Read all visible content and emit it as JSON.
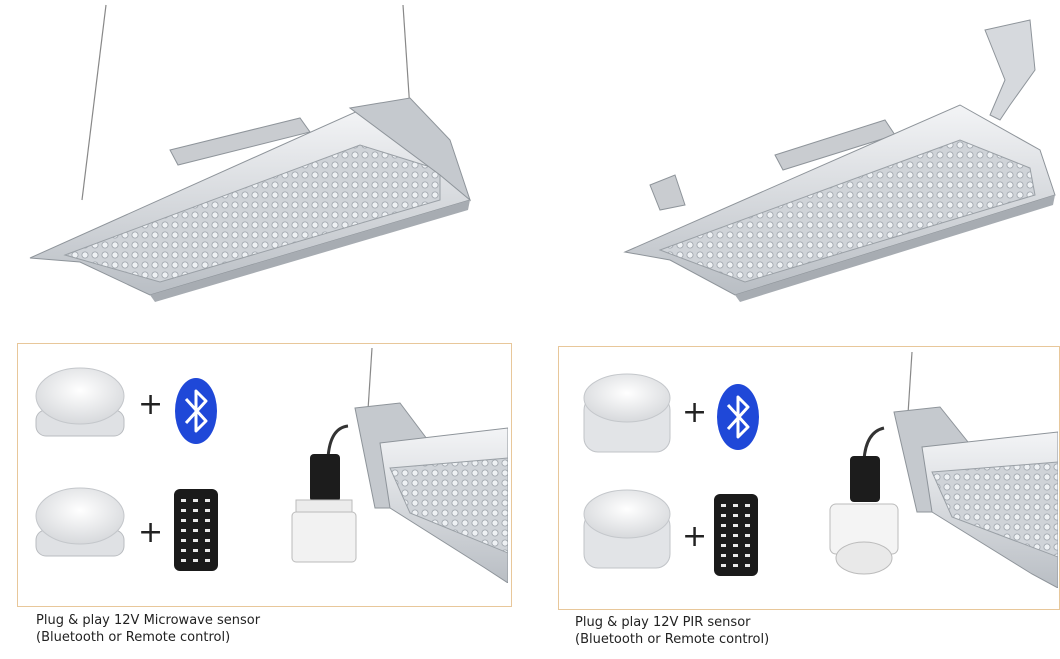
{
  "panels": [
    {
      "caption_line1": "Plug & play 12V Microwave sensor",
      "caption_line2": "(Bluetooth or Remote control)"
    },
    {
      "caption_line1": "Plug & play 12V PIR sensor",
      "caption_line2": "(Bluetooth or Remote control)"
    }
  ],
  "symbols": {
    "plus": "+"
  },
  "icons": [
    "bluetooth-icon",
    "remote-control-icon"
  ],
  "colors": {
    "panel_border": "#e8c79a",
    "bluetooth_blue": "#1f48d8"
  }
}
